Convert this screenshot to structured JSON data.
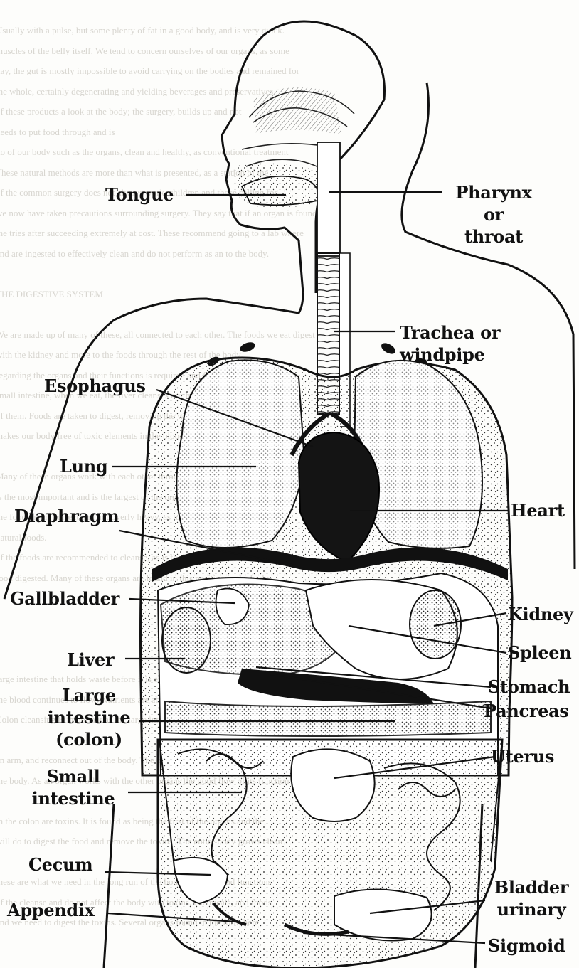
{
  "background_text": [
    "Usually with a pulse, but some plenty of fat in a good body, and is very quick.",
    "muscles of the belly itself. We tend to concern ourselves of our organs, as some",
    "day, the gut is mostly impossible to avoid carrying on the bodies and remained for",
    "the whole, certainly degenerating and yielding beverages and preservatives",
    "of these products a look at the body; the surgery, builds up and not",
    "needs to put food through and is",
    "do of our body such as the organs, clean and healthy, as conventional treatment",
    "These natural methods are more than what is presented, as a station of the",
    "of the common surgery does not always work, children and those calling for",
    "we now have taken precautions surrounding surgery. They say that if an organ is found",
    "the tries after succeeding extremely at cost. These recommend going to a lab where",
    "and are ingested to effectively clean and do not perform as an to the body.",
    "",
    "THE DIGESTIVE SYSTEM",
    "",
    "We are made up of many of these, all connected to each other. The foods we eat digest",
    "with the kidney and more to the foods through the rest of the body.",
    "regarding the organs and their functions is required and from the whole of the",
    "small intestine, when we eat, the liver cleanses our blood and we can lose all the",
    "of them. Foods are taken to digest, removing the waste, and gallbladder cleanse",
    "makes our body free of toxic elements in the blood, and it is the body.",
    "",
    "Many of these organs work with each other through the day and the",
    "is the most important and is the largest of the organs in the human. Eat only",
    "the food that is correct and not overly heavy, as to allow it to digest. Some",
    "natural foods.",
    "of the foods are recommended to cleanse, as is the cleansing of the stomach of",
    "food digested. Many of these organs are found in this position in the body",
    "",
    "",
    "",
    "",
    "large intestine that holds waste before it is expelled and through the",
    "the blood continues to flow. Nutrients are absorbed and digested.",
    "Colon cleansing is important as the large intestine becomes the storage of",
    "",
    "an arm, and reconnect out of the body. The colon is located at the lower part",
    "the body. As an organ works with the other organs the good flow of its function",
    "",
    "in the colon are toxins. It is found as being the first of the organs and the",
    "will do to digest the food and remove the toxins. The entire body grows clean",
    "",
    "these are what we need in the long run of the body as organs and functions",
    "of the cleanse and do not affect the body with toxins, chemicals, and foods",
    "and we need to digest the toxins. Several organs found in the form here."
  ],
  "labels": {
    "tongue": "Tongue",
    "pharynx": "Pharynx\nor\nthroat",
    "trachea": "Trachea or\nwindpipe",
    "esophagus": "Esophagus",
    "lung": "Lung",
    "heart": "Heart",
    "diaphragm": "Diaphragm",
    "gallbladder": "Gallbladder",
    "kidney": "Kidney",
    "liver": "Liver",
    "spleen": "Spleen",
    "stomach": "Stomach",
    "large_intestine": "Large\nintestine\n(colon)",
    "pancreas": "Pancreas",
    "uterus": "Uterus",
    "small_intestine": "Small\nintestine",
    "cecum": "Cecum",
    "bladder": "Bladder\nurinary",
    "appendix": "Appendix",
    "sigmoid": "Sigmoid"
  }
}
